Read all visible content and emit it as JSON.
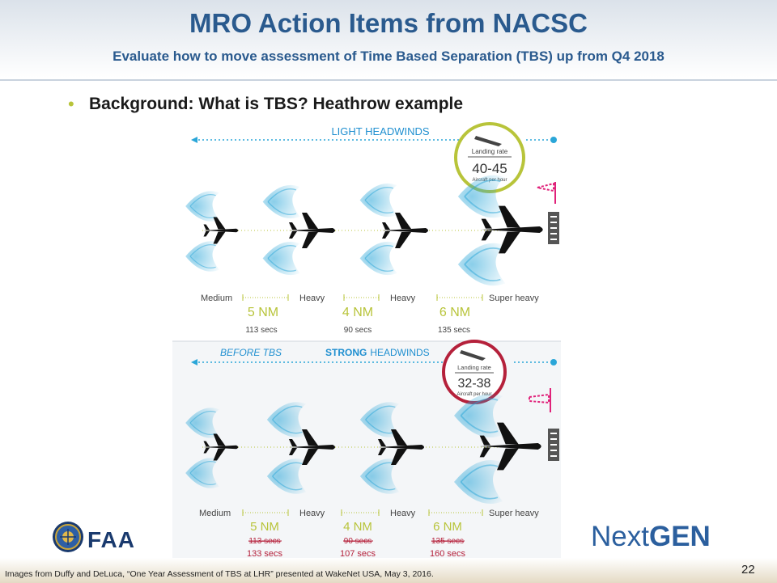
{
  "slide": {
    "title": "MRO Action Items from NACSC",
    "subtitle": "Evaluate how to move assessment of Time Based Separation (TBS) up from Q4 2018",
    "bullet": "Background:  What is TBS?  Heathrow example",
    "footer": "Images from Duffy and DeLuca, “One Year Assessment of TBS at LHR” presented at WakeNet USA, May 3, 2016.",
    "page_number": "22"
  },
  "logos": {
    "faa": "FAA",
    "nextgen_next": "Next",
    "nextgen_gen": "GEN"
  },
  "panel_light": {
    "headwinds": "LIGHT HEADWINDS",
    "rate_label": "Landing rate",
    "rate_value": "40-45",
    "rate_unit": "Aircraft per hour",
    "classes": [
      "Medium",
      "Heavy",
      "Heavy",
      "Super heavy"
    ],
    "distances": [
      "5 NM",
      "4 NM",
      "6 NM"
    ],
    "times": [
      "113 secs",
      "90 secs",
      "135 secs"
    ]
  },
  "panel_strong": {
    "before": "BEFORE TBS",
    "strong": "STRONG",
    "headwinds": " HEADWINDS",
    "rate_label": "Landing rate",
    "rate_value": "32-38",
    "rate_unit": "Aircraft per hour",
    "classes": [
      "Medium",
      "Heavy",
      "Heavy",
      "Super heavy"
    ],
    "distances": [
      "5 NM",
      "4 NM",
      "6 NM"
    ],
    "old_times": [
      "113 secs",
      "90 secs",
      "135 secs"
    ],
    "new_times": [
      "133 secs",
      "107 secs",
      "160 secs"
    ]
  },
  "colors": {
    "title_blue": "#2a5a8e",
    "accent_green": "#b8c43a",
    "accent_red": "#b5213b",
    "wind_blue": "#2aa6d8",
    "label_blue": "#1f8fd0"
  }
}
